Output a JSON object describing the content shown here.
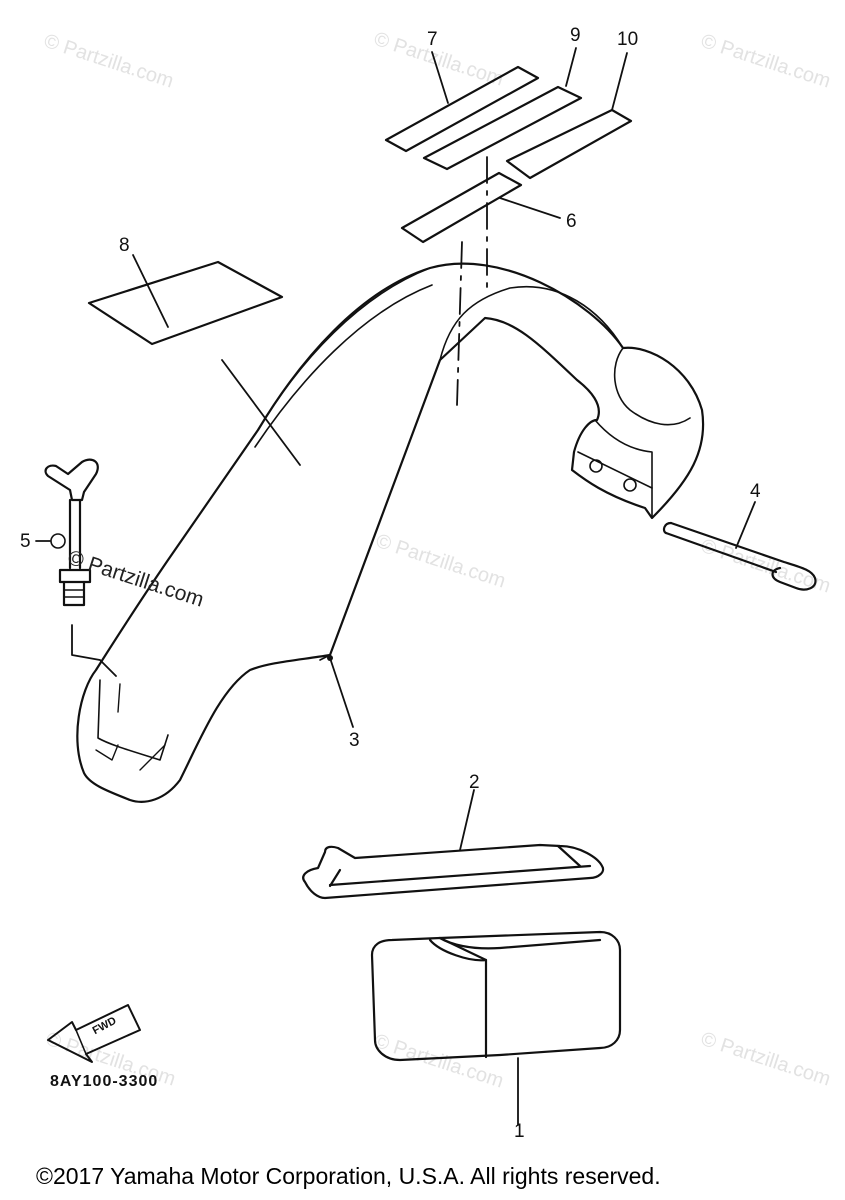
{
  "watermark": {
    "text": "© Partzilla.com"
  },
  "callouts": {
    "c1": "1",
    "c2": "2",
    "c3": "3",
    "c4": "4",
    "c5": "5",
    "c6": "6",
    "c7": "7",
    "c8": "8",
    "c9": "9",
    "c10": "10"
  },
  "diagram": {
    "code": "8AY100-3300",
    "fwd_label": "FWD"
  },
  "footer": {
    "copyright": "©2017 Yamaha Motor Corporation, U.S.A. All rights reserved."
  }
}
